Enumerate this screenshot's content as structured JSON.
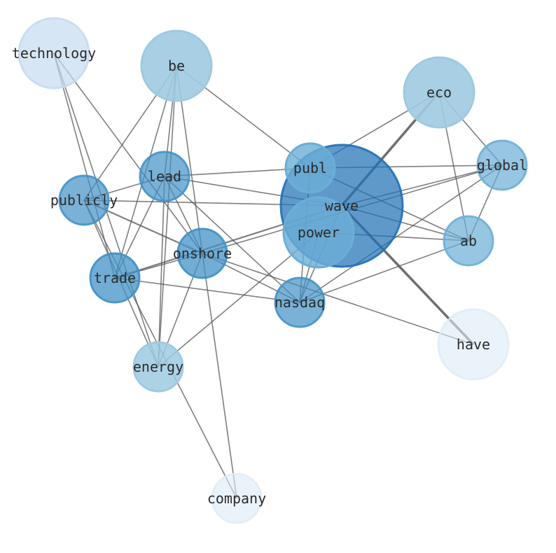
{
  "graph": {
    "nodes": [
      {
        "id": "technology",
        "label": "technology",
        "color": "#c6dbef",
        "opacity": 0.7,
        "size": "large"
      },
      {
        "id": "be",
        "label": "be",
        "color": "#9ecae1",
        "opacity": 0.9,
        "size": "large"
      },
      {
        "id": "eco",
        "label": "eco",
        "color": "#9ecae1",
        "opacity": 0.9,
        "size": "large"
      },
      {
        "id": "wave",
        "label": "wave",
        "color": "#2171b5",
        "opacity": 0.72,
        "size": "xlarge"
      },
      {
        "id": "publ",
        "label": "publ",
        "color": "#6baed6",
        "opacity": 0.8,
        "size": "small"
      },
      {
        "id": "global",
        "label": "global",
        "color": "#6baed6",
        "opacity": 0.7,
        "size": "small"
      },
      {
        "id": "lead",
        "label": "lead",
        "color": "#4292c6",
        "opacity": 0.7,
        "size": "small"
      },
      {
        "id": "publicly",
        "label": "publicly",
        "color": "#4292c6",
        "opacity": 0.7,
        "size": "small"
      },
      {
        "id": "power",
        "label": "power",
        "color": "#6baed6",
        "opacity": 0.8,
        "size": "large"
      },
      {
        "id": "ab",
        "label": "ab",
        "color": "#6baed6",
        "opacity": 0.7,
        "size": "small"
      },
      {
        "id": "onshore",
        "label": "onshore",
        "color": "#4292c6",
        "opacity": 0.75,
        "size": "small"
      },
      {
        "id": "trade",
        "label": "trade",
        "color": "#4292c6",
        "opacity": 0.75,
        "size": "small"
      },
      {
        "id": "nasdaq",
        "label": "nasdaq",
        "color": "#4292c6",
        "opacity": 0.7,
        "size": "small"
      },
      {
        "id": "have",
        "label": "have",
        "color": "#deebf7",
        "opacity": 0.6,
        "size": "large"
      },
      {
        "id": "energy",
        "label": "energy",
        "color": "#9ecae1",
        "opacity": 0.85,
        "size": "small"
      },
      {
        "id": "company",
        "label": "company",
        "color": "#deebf7",
        "opacity": 0.6,
        "size": "small"
      }
    ],
    "edges": [
      {
        "source": "technology",
        "target": "trade",
        "weight": 1
      },
      {
        "source": "technology",
        "target": "energy",
        "weight": 1
      },
      {
        "source": "technology",
        "target": "onshore",
        "weight": 1
      },
      {
        "source": "be",
        "target": "publicly",
        "weight": 1
      },
      {
        "source": "be",
        "target": "trade",
        "weight": 1
      },
      {
        "source": "be",
        "target": "energy",
        "weight": 1
      },
      {
        "source": "be",
        "target": "onshore",
        "weight": 1
      },
      {
        "source": "be",
        "target": "lead",
        "weight": 1
      },
      {
        "source": "be",
        "target": "publ",
        "weight": 1
      },
      {
        "source": "eco",
        "target": "wave",
        "weight": 3
      },
      {
        "source": "eco",
        "target": "publ",
        "weight": 1
      },
      {
        "source": "eco",
        "target": "global",
        "weight": 1
      },
      {
        "source": "eco",
        "target": "ab",
        "weight": 1
      },
      {
        "source": "wave",
        "target": "have",
        "weight": 3
      },
      {
        "source": "wave",
        "target": "publicly",
        "weight": 1
      },
      {
        "source": "wave",
        "target": "lead",
        "weight": 1
      },
      {
        "source": "wave",
        "target": "nasdaq",
        "weight": 1
      },
      {
        "source": "wave",
        "target": "ab",
        "weight": 1
      },
      {
        "source": "wave",
        "target": "global",
        "weight": 1
      },
      {
        "source": "wave",
        "target": "trade",
        "weight": 2
      },
      {
        "source": "publ",
        "target": "lead",
        "weight": 1
      },
      {
        "source": "publ",
        "target": "global",
        "weight": 1
      },
      {
        "source": "publ",
        "target": "ab",
        "weight": 1
      },
      {
        "source": "publ",
        "target": "nasdaq",
        "weight": 1
      },
      {
        "source": "global",
        "target": "ab",
        "weight": 1
      },
      {
        "source": "global",
        "target": "onshore",
        "weight": 1
      },
      {
        "source": "global",
        "target": "nasdaq",
        "weight": 1
      },
      {
        "source": "lead",
        "target": "publicly",
        "weight": 1
      },
      {
        "source": "lead",
        "target": "trade",
        "weight": 1
      },
      {
        "source": "lead",
        "target": "energy",
        "weight": 1
      },
      {
        "source": "lead",
        "target": "onshore",
        "weight": 1
      },
      {
        "source": "lead",
        "target": "nasdaq",
        "weight": 1
      },
      {
        "source": "publicly",
        "target": "onshore",
        "weight": 2
      },
      {
        "source": "publicly",
        "target": "energy",
        "weight": 1
      },
      {
        "source": "publicly",
        "target": "company",
        "weight": 1
      },
      {
        "source": "power",
        "target": "ab",
        "weight": 1
      },
      {
        "source": "power",
        "target": "nasdaq",
        "weight": 1
      },
      {
        "source": "power",
        "target": "energy",
        "weight": 1
      },
      {
        "source": "onshore",
        "target": "trade",
        "weight": 1
      },
      {
        "source": "onshore",
        "target": "nasdaq",
        "weight": 1
      },
      {
        "source": "onshore",
        "target": "energy",
        "weight": 1
      },
      {
        "source": "onshore",
        "target": "company",
        "weight": 1
      },
      {
        "source": "onshore",
        "target": "have",
        "weight": 1
      },
      {
        "source": "trade",
        "target": "nasdaq",
        "weight": 1
      },
      {
        "source": "nasdaq",
        "target": "ab",
        "weight": 1
      }
    ],
    "edge_color": "#555555"
  }
}
